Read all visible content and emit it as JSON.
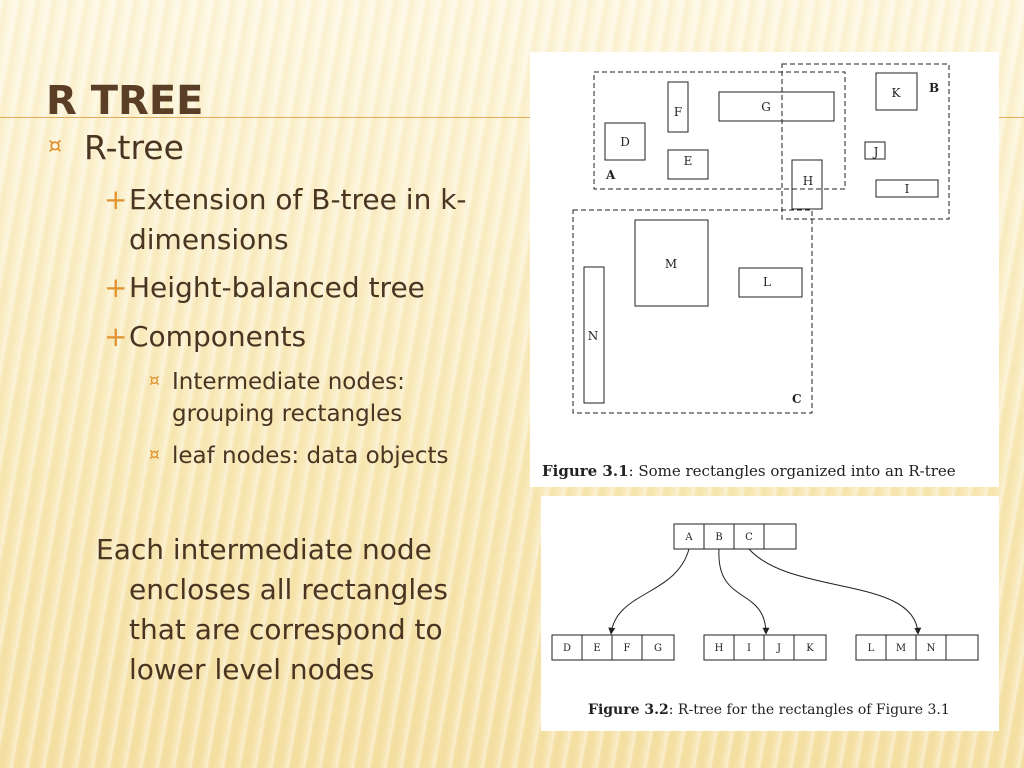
{
  "slide": {
    "title": "R TREE",
    "bullets": {
      "l1": {
        "text": "R-tree",
        "marker": "¤"
      },
      "l2": [
        {
          "lines": [
            "Extension of B-tree in k-",
            "dimensions"
          ],
          "marker": "+"
        },
        {
          "lines": [
            "Height-balanced tree"
          ],
          "marker": "+"
        },
        {
          "lines": [
            "Components"
          ],
          "marker": "+"
        }
      ],
      "l3": [
        {
          "lines": [
            "Intermediate nodes:",
            "grouping rectangles"
          ],
          "marker": "¤"
        },
        {
          "lines": [
            "leaf nodes: data objects"
          ],
          "marker": "¤"
        }
      ]
    },
    "paragraph": {
      "lines": [
        "Each intermediate node",
        "encloses all rectangles",
        "that are correspond to",
        "lower level nodes"
      ]
    }
  },
  "figure1": {
    "caption_bold": "Figure 3.1",
    "caption_rest": ": Some rectangles organized into an R-tree",
    "group_labels": {
      "A": "A",
      "B": "B",
      "C": "C"
    },
    "rect_labels": {
      "D": "D",
      "E": "E",
      "F": "F",
      "G": "G",
      "H": "H",
      "I": "I",
      "J": "J",
      "K": "K",
      "L": "L",
      "M": "M",
      "N": "N"
    }
  },
  "figure2": {
    "caption_bold": "Figure 3.2",
    "caption_rest": ": R-tree for the rectangles of Figure 3.1",
    "root": [
      "A",
      "B",
      "C",
      ""
    ],
    "leaves": [
      [
        "D",
        "E",
        "F",
        "G"
      ],
      [
        "H",
        "I",
        "J",
        "K"
      ],
      [
        "L",
        "M",
        "N",
        ""
      ]
    ]
  },
  "colors": {
    "accent": "#e0932f",
    "title": "#5a3e26",
    "text": "#4a3422",
    "rule": "#e3a95a"
  }
}
